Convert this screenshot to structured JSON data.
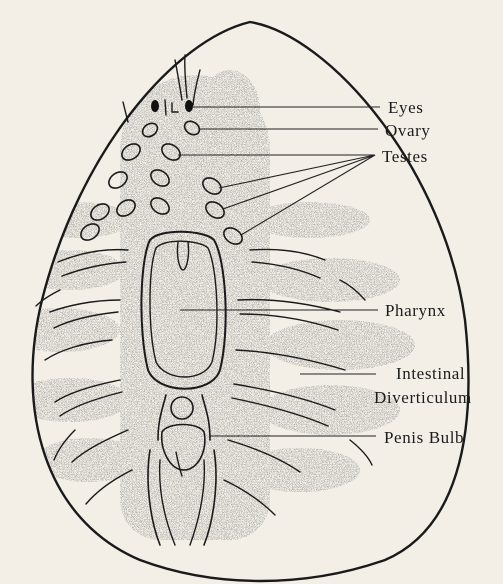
{
  "diagram": {
    "labels": {
      "eyes": "Eyes",
      "ovary": "Ovary",
      "testes": "Testes",
      "pharynx": "Pharynx",
      "intestinal_line1": "Intestinal",
      "intestinal_line2": "Diverticulum",
      "penis_bulb": "Penis Bulb"
    },
    "colors": {
      "background": "#f3efe6",
      "ink": "#1a1a1a",
      "stipple": "#6f6f6f"
    }
  }
}
